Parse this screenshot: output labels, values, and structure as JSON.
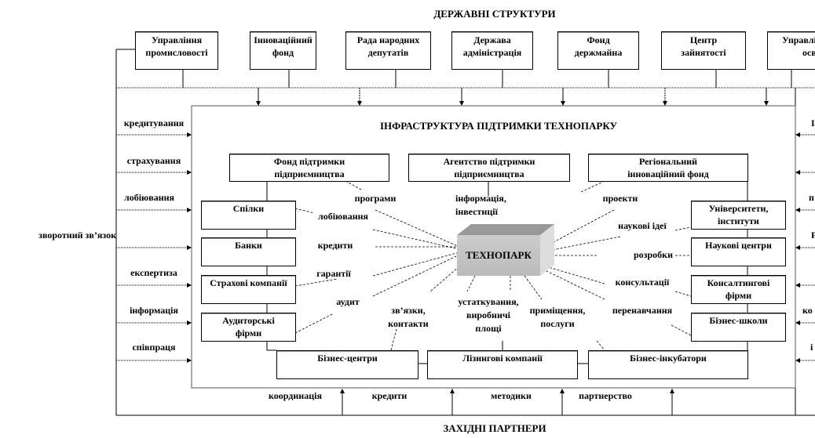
{
  "top_title": "ДЕРЖАВНІ СТРУКТУРИ",
  "bottom_title": "ЗАХІДНІ ПАРТНЕРИ",
  "state_bodies": [
    [
      "Управління",
      "промисловості"
    ],
    [
      "Інноваційний",
      "фонд"
    ],
    [
      "Рада народних",
      "депутатів"
    ],
    [
      "Держава",
      "адміністрація"
    ],
    [
      "Фонд",
      "держмайна"
    ],
    [
      "Центр",
      "зайнятості"
    ],
    [
      "Управлі",
      "осві"
    ]
  ],
  "infra_title": "ІНФРАСТРУКТУРА ПІДТРИМКИ ТЕХНОПАРКУ",
  "top_funds": [
    [
      "Фонд  підтримки",
      "підприємництва"
    ],
    [
      "Агентство підтримки",
      "підприємництва"
    ],
    [
      "Регіональний",
      "інноваційний  фонд"
    ]
  ],
  "left_boxes": [
    "Спілки",
    "Банки",
    "Страхові компанії",
    [
      "Аудиторські",
      "фірми"
    ]
  ],
  "right_boxes": [
    [
      "Університети,",
      "інститути"
    ],
    "Наукові центри",
    [
      "Консалтингові",
      "фірми"
    ],
    "Бізнес-школи"
  ],
  "bottom_boxes": [
    "Бізнес-центри",
    "Лізингові  компанії",
    "Бізнес-інкубатори"
  ],
  "center": "ТЕХНОПАРК",
  "spokes": {
    "programs": "програми",
    "info": [
      "інформація,",
      "інвестиції"
    ],
    "projects": "проекти",
    "lobby": "лобіювання",
    "ideas": "наукові  ідеї",
    "credits": "кредити",
    "dev": "розробки",
    "guarantees": "гарантії",
    "consult": "консультації",
    "audit": "аудит",
    "links": [
      "зв’язки,",
      "контакти"
    ],
    "equipment": [
      "устаткування,",
      "виробничі",
      "площі"
    ],
    "premises": [
      "приміщення,",
      "послуги"
    ],
    "retraining": "перенавчання"
  },
  "left_flows": [
    "кредитування",
    "страхування",
    "лобіювання",
    "зворотний зв’язок",
    "експертиза",
    "інформація",
    "співпраця"
  ],
  "right_flows": [
    "І",
    "",
    "п",
    "Р",
    "",
    "ко",
    "і"
  ],
  "bottom_flows": [
    "координація",
    "кредити",
    "методики",
    "партнерство"
  ]
}
